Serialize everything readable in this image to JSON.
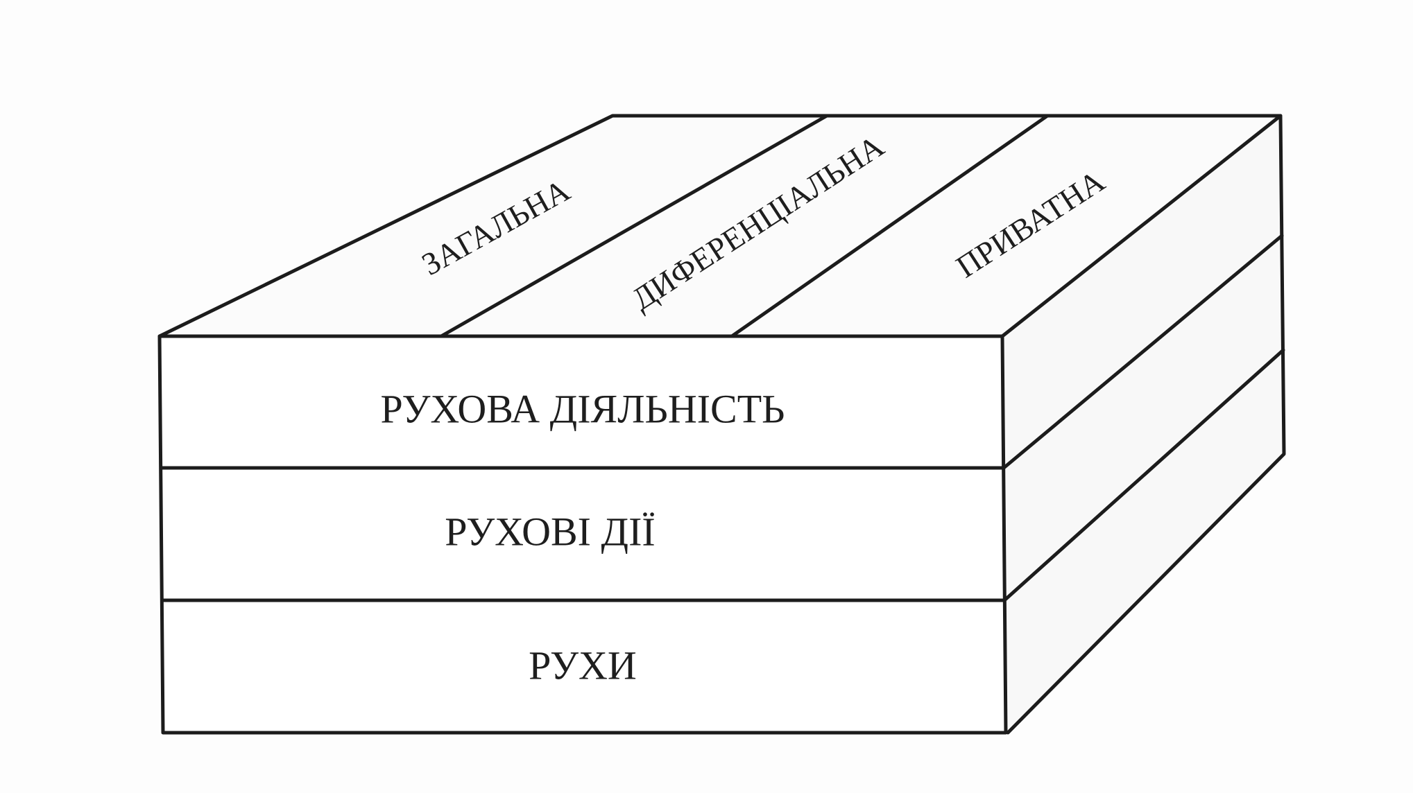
{
  "diagram": {
    "top_labels": [
      "ЗАГАЛЬНА",
      "ДИФЕРЕНЦІАЛЬНА",
      "ПРИВАТНА"
    ],
    "front_labels": [
      "РУХОВА ДІЯЛЬНІСТЬ",
      "РУХОВІ ДІЇ",
      "РУХИ"
    ]
  }
}
